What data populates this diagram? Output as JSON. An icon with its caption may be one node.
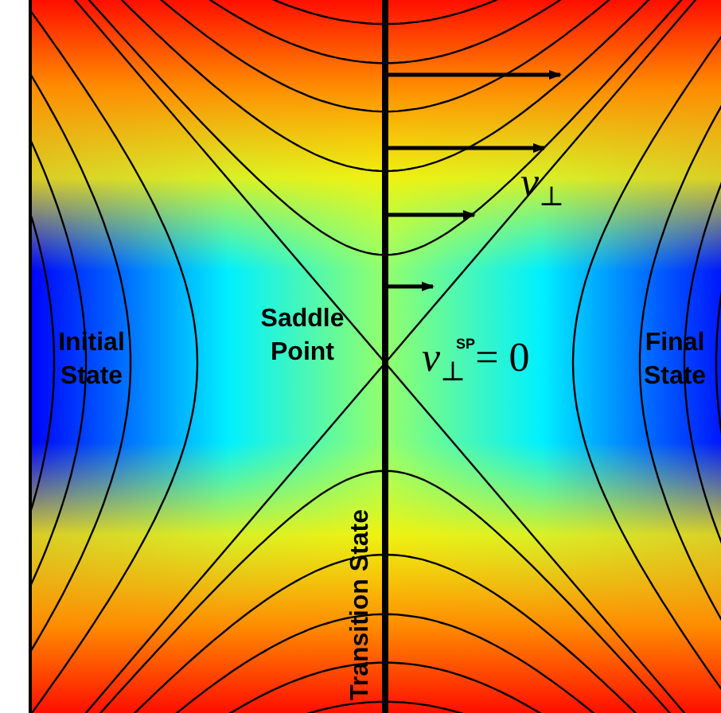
{
  "diagram": {
    "labels": [
      "*v*$_{⊥}$",
      "Saddle Point",
      "Initial State",
      "*v*$_{⊥}$$^{SP}$= 0",
      "Final State",
      "Transition State"
    ]
  }
}
